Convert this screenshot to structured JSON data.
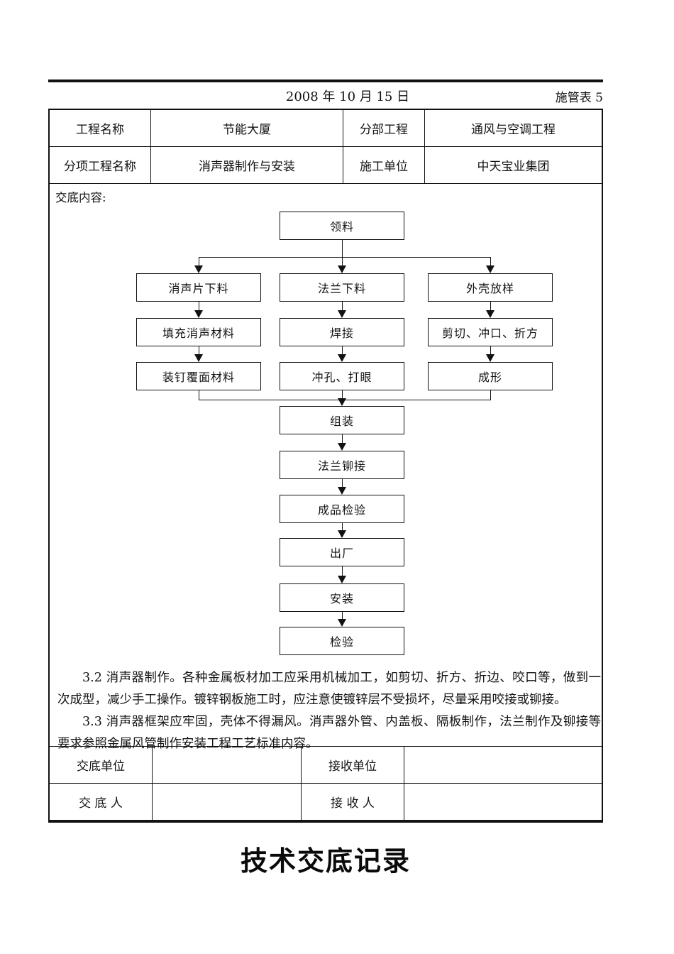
{
  "meta": {
    "date": "2008 年 10 月 15 日",
    "form_no": "施管表 5",
    "doc_title": "技术交底记录"
  },
  "header_table": {
    "rows": [
      {
        "label1": "工程名称",
        "value1": "节能大厦",
        "label2": "分部工程",
        "value2": "通风与空调工程"
      },
      {
        "label1": "分项工程名称",
        "value1": "消声器制作与安装",
        "label2": "施工单位",
        "value2": "中天宝业集团"
      }
    ]
  },
  "content": {
    "section_label": "交底内容:",
    "flowchart": {
      "nodes": [
        "领料",
        "消声片下料",
        "法兰下料",
        "外壳放样",
        "填充消声材料",
        "焊接",
        "剪切、冲口、折方",
        "装钉覆面材料",
        "冲孔、打眼",
        "成形",
        "组装",
        "法兰铆接",
        "成品检验",
        "出厂",
        "安装",
        "检验"
      ]
    },
    "paragraphs": [
      "3.2 消声器制作。各种金属板材加工应采用机械加工，如剪切、折方、折边、咬口等，做到一次成型，减少手工操作。镀锌钢板施工时，应注意使镀锌层不受损坏，尽量采用咬接或铆接。",
      "3.3 消声器框架应牢固，壳体不得漏风。消声器外管、内盖板、隔板制作，法兰制作及铆接等要求参照金属风管制作安装工程工艺标准内容。"
    ]
  },
  "footer_table": {
    "rows": [
      {
        "label1": "交底单位",
        "value1": "",
        "label2": "接收单位",
        "value2": ""
      },
      {
        "label1": "交 底 人",
        "value1": "",
        "label2": "接 收 人",
        "value2": ""
      }
    ]
  },
  "colors": {
    "ink": "#121212",
    "paper": "#ffffff"
  }
}
